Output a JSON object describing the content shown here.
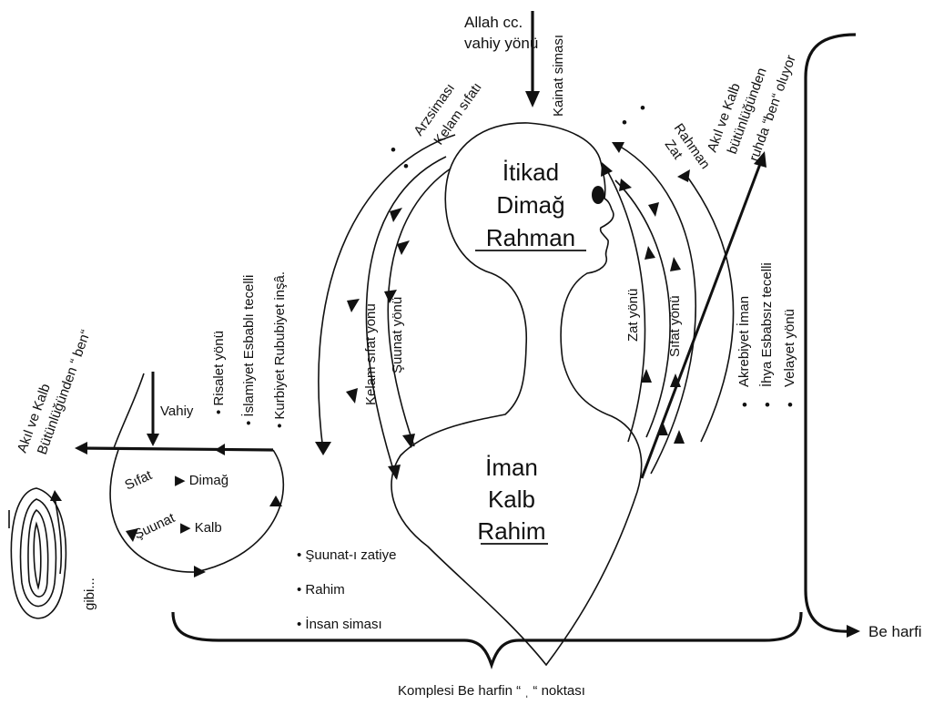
{
  "top_labels": {
    "allah": "Allah cc.",
    "vahiy_yonu": "vahiy yönü",
    "kainat": "Kainat siması",
    "arzsimasi": "Arzsiması",
    "kelam_sifati": "Kelam sıfatı",
    "rahman": "Rahman",
    "zat": "Zat",
    "akil_kalb_right": "Akıl ve Kalb",
    "butunlugunden_right": "bütünlüğünden",
    "ruhda": "ruhda “ben“ oluyor"
  },
  "head": {
    "line1": "İtikad",
    "line2": "Dimağ",
    "line3": "Rahman"
  },
  "heart": {
    "line1": "İman",
    "line2": "Kalb",
    "line3": "Rahim"
  },
  "arrow_labels": {
    "kelam_sifat_yonu": "Kelam sıfat yönü",
    "suunat_yonu": "Şuunat yönü",
    "zat_yonu": "Zat yönü",
    "sifat_yonu": "Sıfat yönü"
  },
  "left_bullets": {
    "risalet": "• Risalet yönü",
    "islamiyet": "• İslamiyet Esbablı tecelli",
    "kurbiyet": "• Kurbiyet Rububiyet inşâ."
  },
  "right_bullets": {
    "akrebiyet": "Akrebiyet İman",
    "ihya": "İhya Esbabsız tecelli",
    "velayet": "Velayet yönü"
  },
  "small_circle": {
    "vahiy": "Vahiy",
    "sifat": "Sıfat",
    "dimag": "▶ Dimağ",
    "suunat": "Şuunat",
    "kalb": "▶ Kalb"
  },
  "far_left": {
    "akil_kalb": "Akıl ve Kalb",
    "butunlugunden_ben": "Bütünlüğünden “ ben“",
    "gibi": "gibi..."
  },
  "bottom_bullets": {
    "suunat_zatiye": "• Şuunat-ı zatiye",
    "rahim": "• Rahim",
    "insan_simasi": "• İnsan siması"
  },
  "be_harfi": "Be harfi",
  "komplesi": "Komplesi Be harfin “ ˌ “ noktası",
  "dots": "•"
}
